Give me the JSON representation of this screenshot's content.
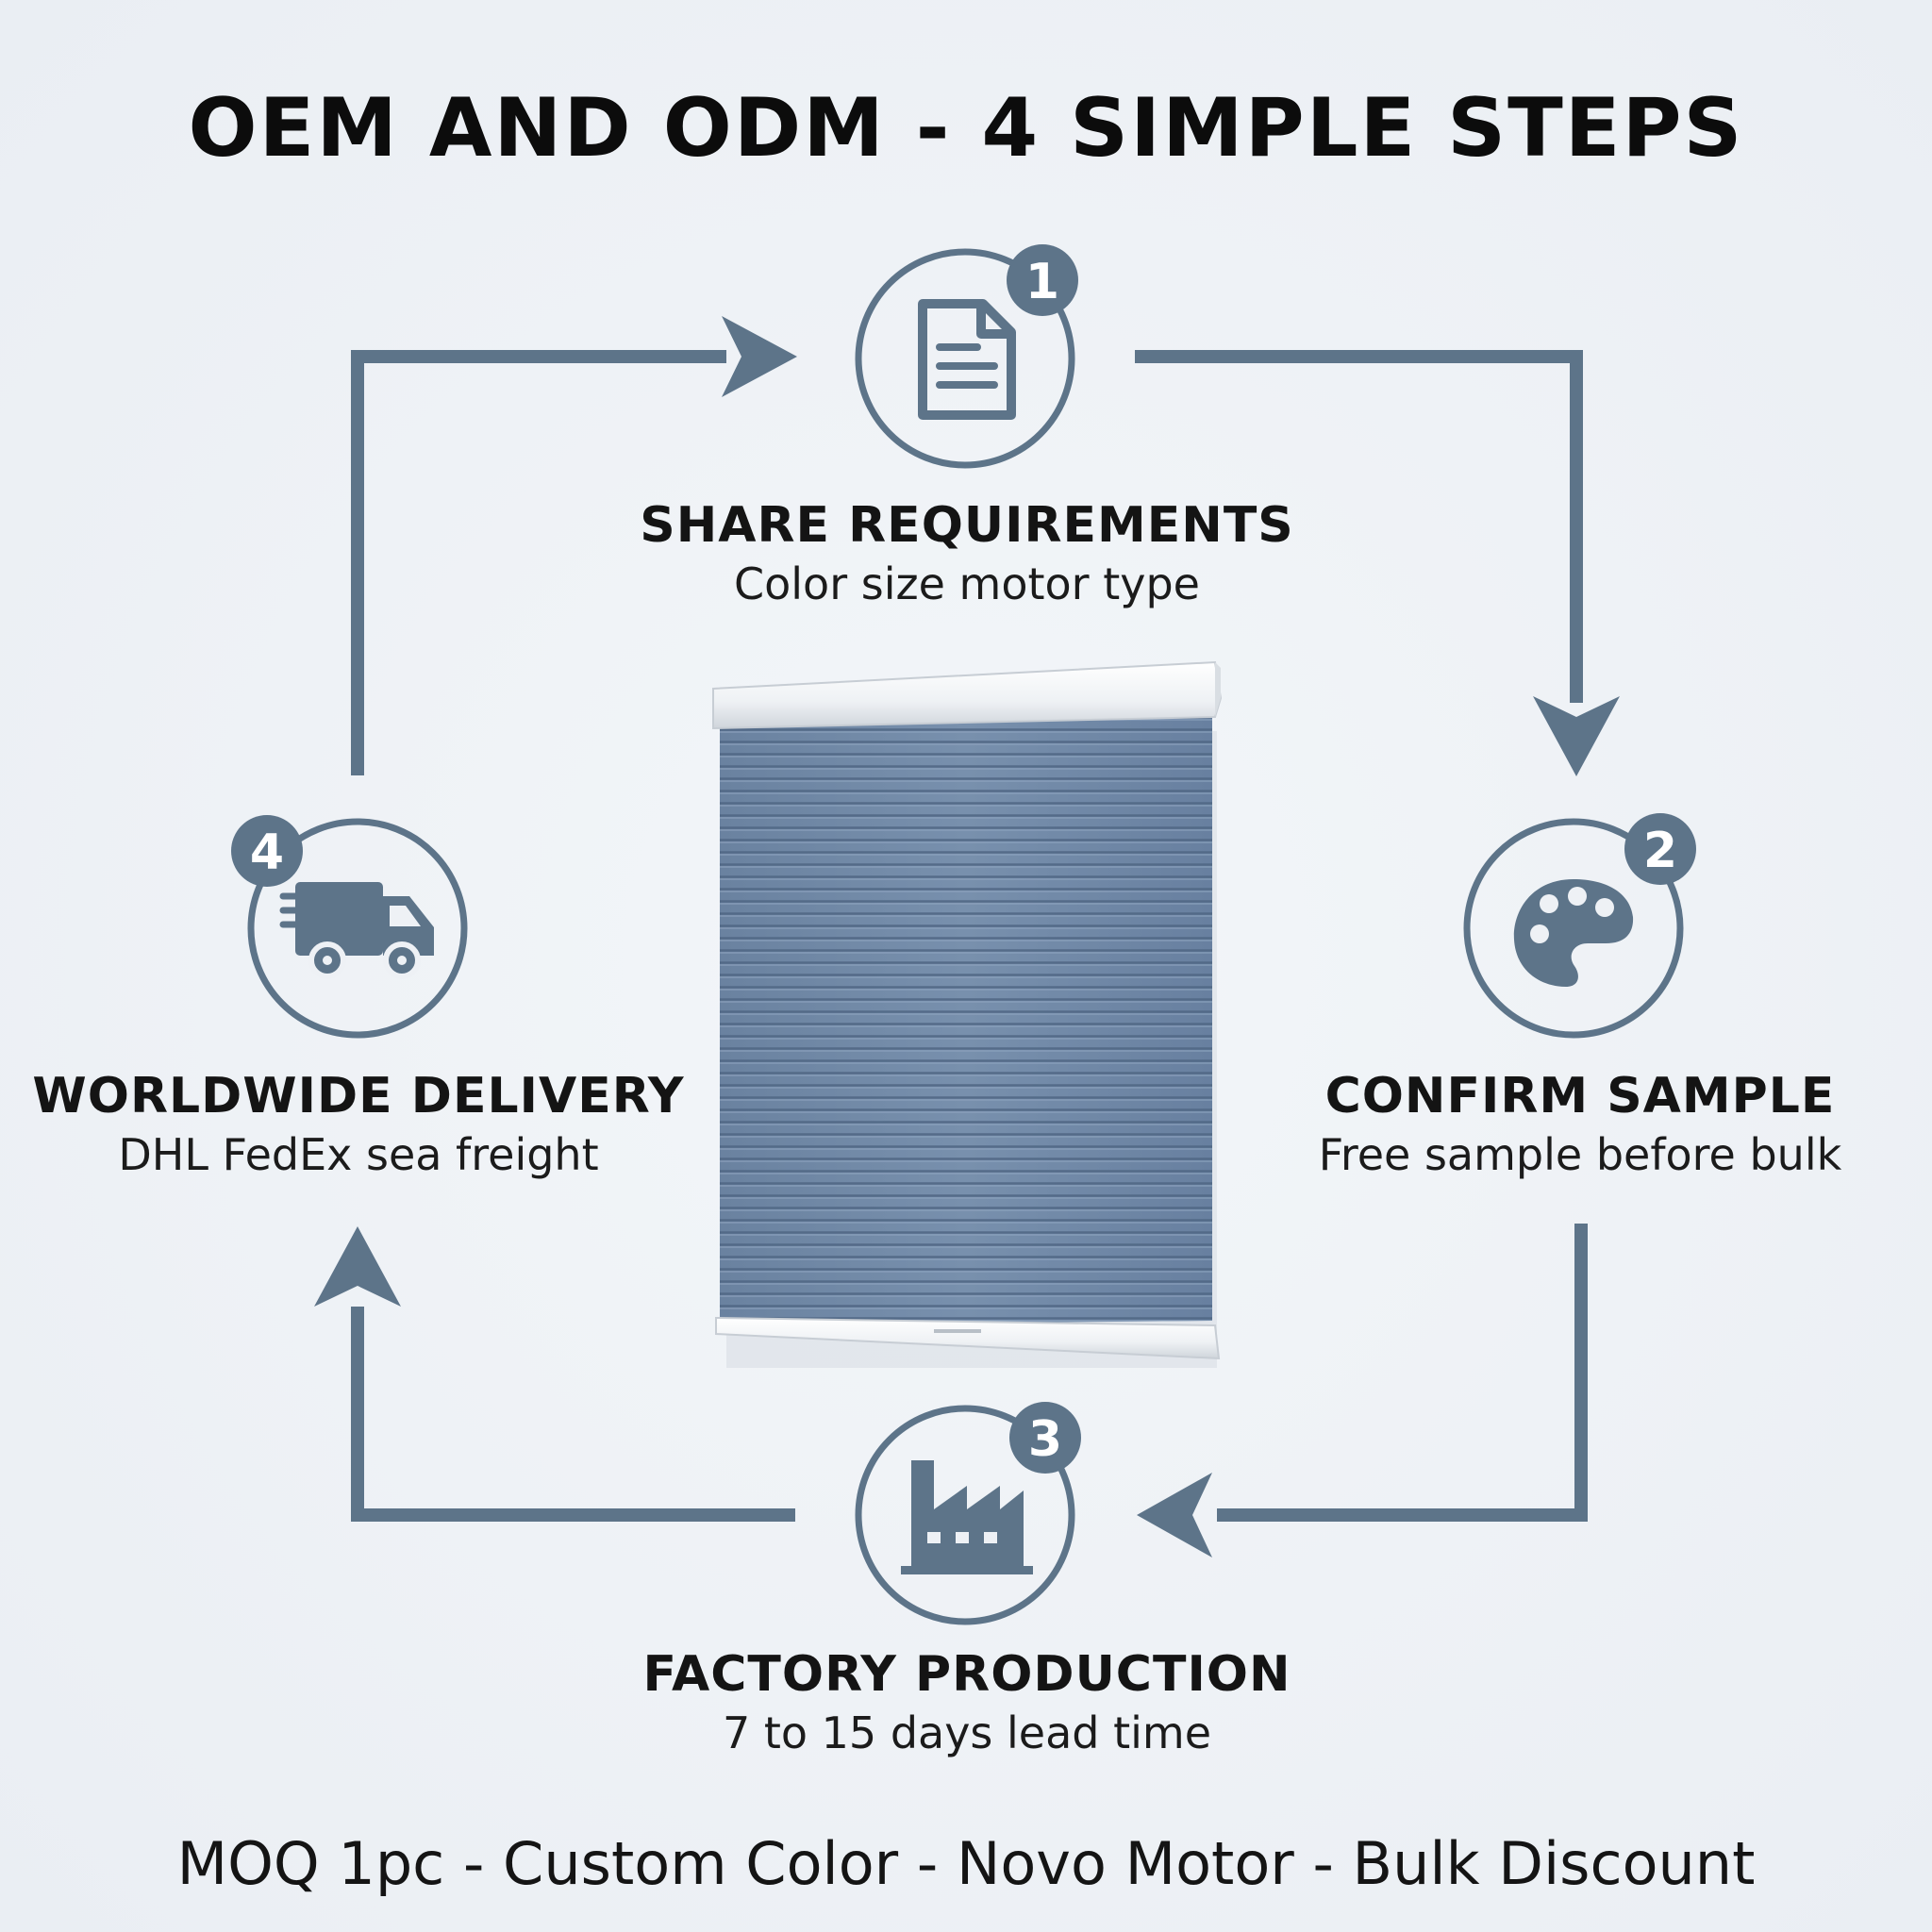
{
  "title": "OEM AND ODM - 4 SIMPLE STEPS",
  "steps": [
    {
      "number": "1",
      "heading": "SHARE REQUIREMENTS",
      "sub": "Color size motor type",
      "icon": "document-icon"
    },
    {
      "number": "2",
      "heading": "CONFIRM SAMPLE",
      "sub": "Free sample before bulk",
      "icon": "palette-icon"
    },
    {
      "number": "3",
      "heading": "FACTORY PRODUCTION",
      "sub": "7 to 15 days lead time",
      "icon": "factory-icon"
    },
    {
      "number": "4",
      "heading": "WORLDWIDE DELIVERY",
      "sub": "DHL FedEx sea freight",
      "icon": "delivery-truck-icon"
    }
  ],
  "footer": "MOQ 1pc - Custom Color - Novo Motor - Bulk Discount",
  "colors": {
    "accent": "#5d7489",
    "blind": "#6e86a3",
    "background": "#eef1f5",
    "text": "#141414"
  },
  "center_image": "cellular-honeycomb-blind"
}
